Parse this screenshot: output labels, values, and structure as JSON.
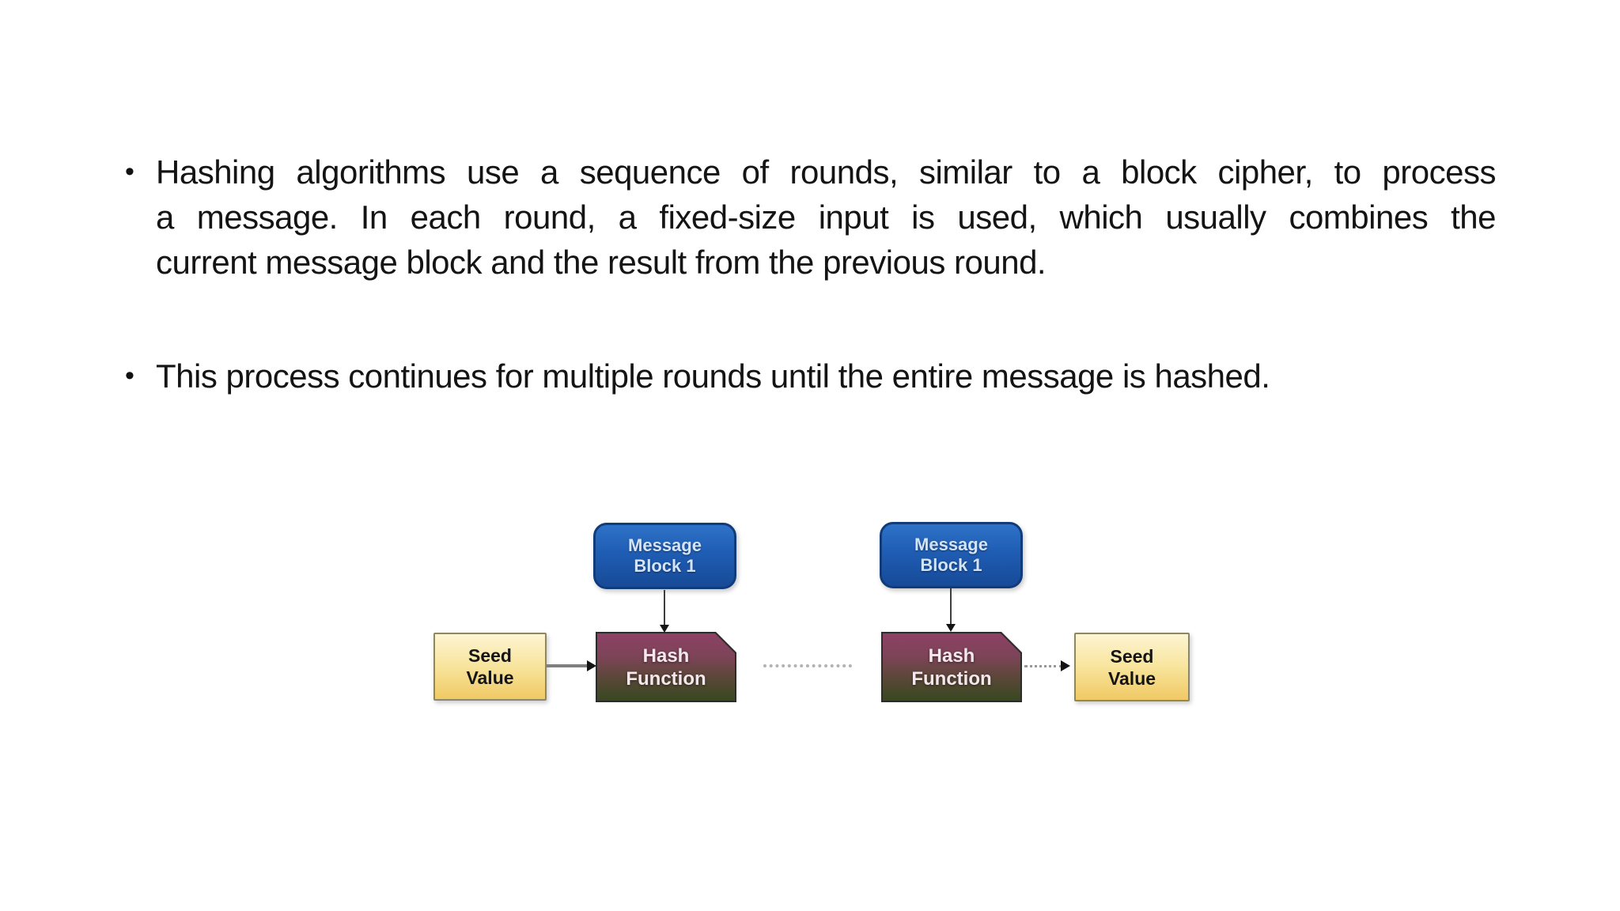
{
  "slide": {
    "bullets": [
      {
        "marker": "•",
        "lines": [
          "Hashing algorithms use a sequence of rounds, similar to a block cipher, to process",
          "a message. In each round, a fixed-size input is used, which usually combines the",
          "current message block and the result from the previous round."
        ]
      },
      {
        "marker": "•",
        "lines": [
          "This process continues for multiple rounds until the entire message is hashed."
        ]
      }
    ],
    "diagram": {
      "message_block_left": {
        "line1": "Message",
        "line2": "Block 1"
      },
      "message_block_right": {
        "line1": "Message",
        "line2": "Block 1"
      },
      "seed_value_left": {
        "line1": "Seed",
        "line2": "Value"
      },
      "seed_value_right": {
        "line1": "Seed",
        "line2": "Value"
      },
      "hash_function_left": {
        "line1": "Hash",
        "line2": "Function"
      },
      "hash_function_right": {
        "line1": "Hash",
        "line2": "Function"
      },
      "colors": {
        "message_block_fill_top": "#2e72c8",
        "message_block_fill_bottom": "#174a97",
        "message_block_border": "#103c7c",
        "seed_value_fill_top": "#fdf5d2",
        "seed_value_fill_bottom": "#f0c964",
        "seed_value_border": "#8c8766",
        "hash_function_fill_top": "#8e4166",
        "hash_function_fill_bottom": "#374820",
        "connector_solid": "#7f7f7f",
        "connector_dotted": "#b3b3b3"
      }
    }
  }
}
